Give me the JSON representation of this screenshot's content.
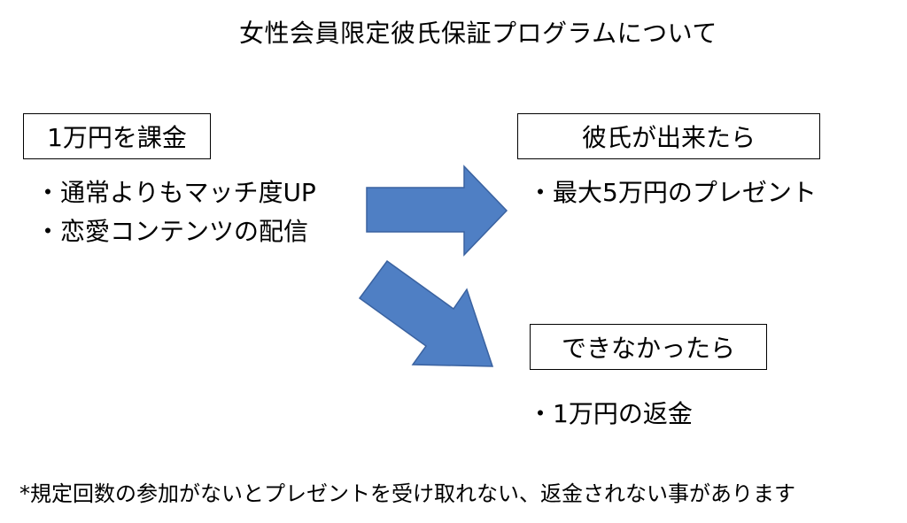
{
  "title": "女性会員限定彼氏保証プログラムについて",
  "left": {
    "box_label": "1万円を課金",
    "bullets": [
      "・通常よりもマッチ度UP",
      "・恋愛コンテンツの配信"
    ]
  },
  "right_top": {
    "box_label": "彼氏が出来たら",
    "bullets": [
      "・最大5万円のプレゼント"
    ]
  },
  "right_bottom": {
    "box_label": "できなかったら",
    "bullets": [
      "・1万円の返金"
    ]
  },
  "footnote": "*規定回数の参加がないとプレゼントを受け取れない、返金されない事があります",
  "colors": {
    "arrow_fill": "#4f7fc4",
    "arrow_stroke": "#3a62a0"
  }
}
